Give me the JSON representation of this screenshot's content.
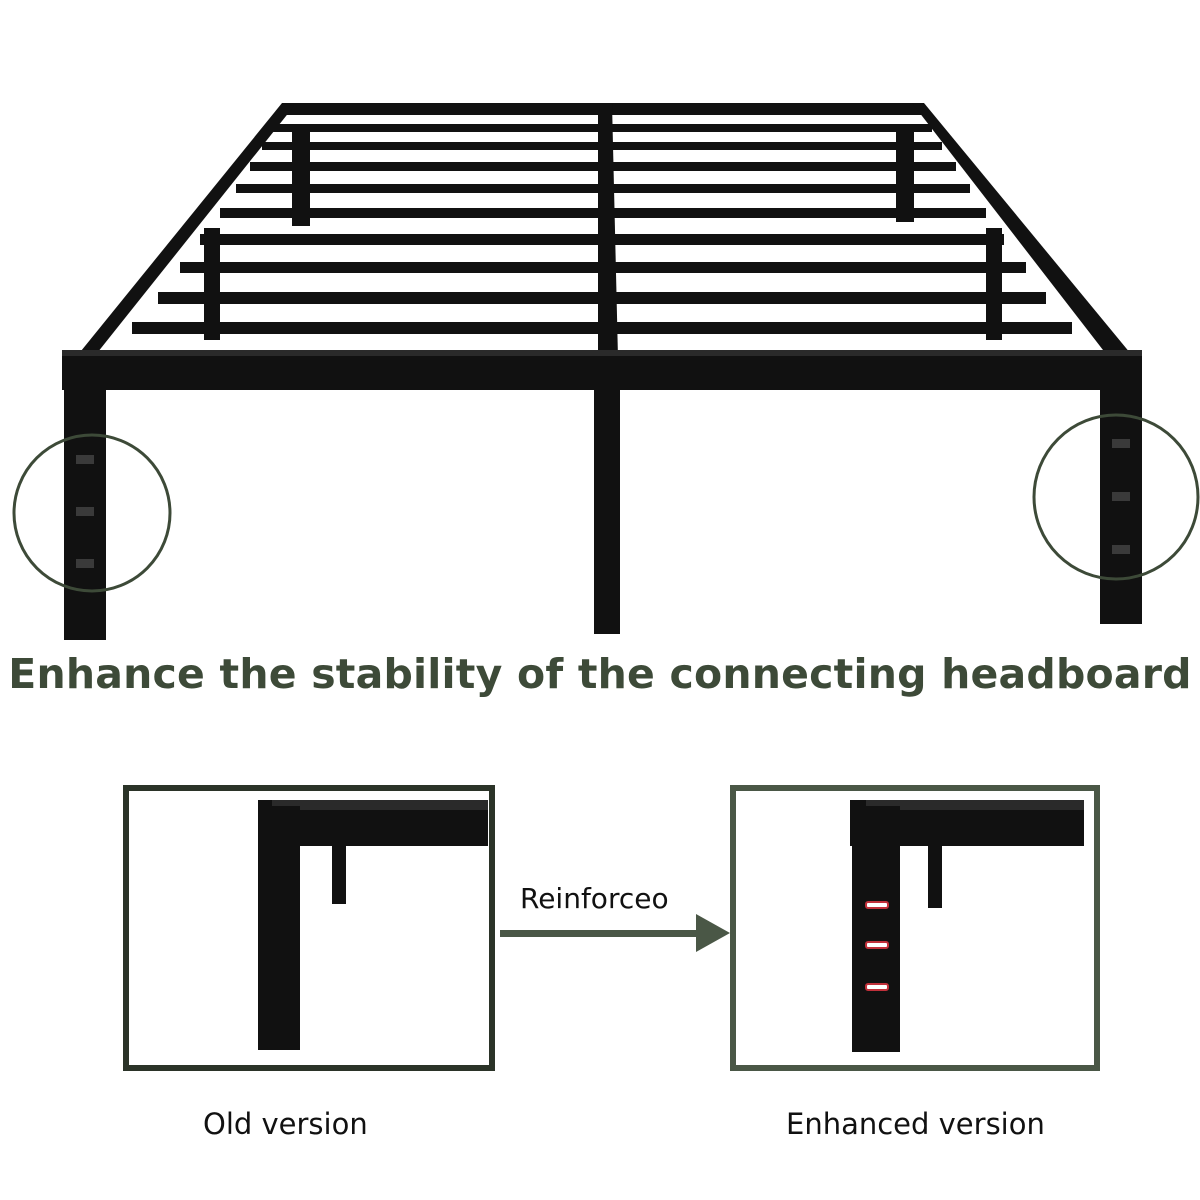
{
  "headline": "Enhance the stability of the connecting headboard",
  "comparison": {
    "arrow_label": "Reinforceo",
    "old_label": "Old version",
    "new_label": "Enhanced version"
  },
  "colors": {
    "frame_black": "#111111",
    "headline_green": "#3d4a38",
    "box_border_old": "#2b3328",
    "box_border_new": "#4a5746",
    "arrow_green": "#4a5746",
    "hole_red": "#c0303a"
  }
}
